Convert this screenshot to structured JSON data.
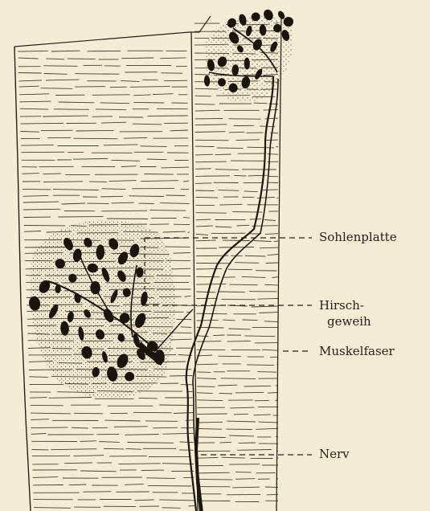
{
  "labels": {
    "sohlenplatte": "Sohlenplatte",
    "hirsch_line1": "Hirsch-",
    "hirsch_line2": "geweih",
    "muskelfaser": "Muskelfaser",
    "nerv": "Nerv"
  },
  "colors": {
    "paper": "#f4ecd4",
    "ink": "#1d1710"
  }
}
